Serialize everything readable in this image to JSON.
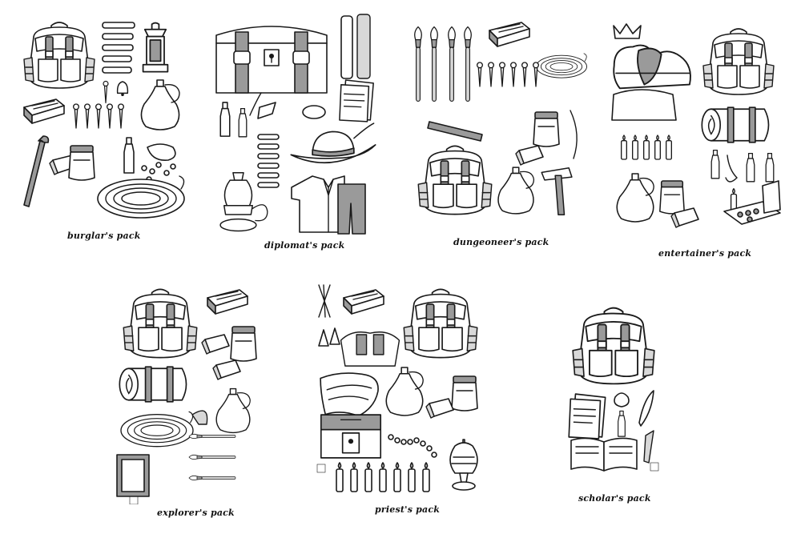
{
  "packs": {
    "burglar": {
      "caption": "burglar's pack"
    },
    "diplomat": {
      "caption": "diplomat's pack"
    },
    "dungeoneer": {
      "caption": "dungeoneer's pack"
    },
    "entertainer": {
      "caption": "entertainer's pack"
    },
    "explorer": {
      "caption": "explorer's pack"
    },
    "priest": {
      "caption": "priest's pack"
    },
    "scholar": {
      "caption": "scholar's pack"
    }
  }
}
